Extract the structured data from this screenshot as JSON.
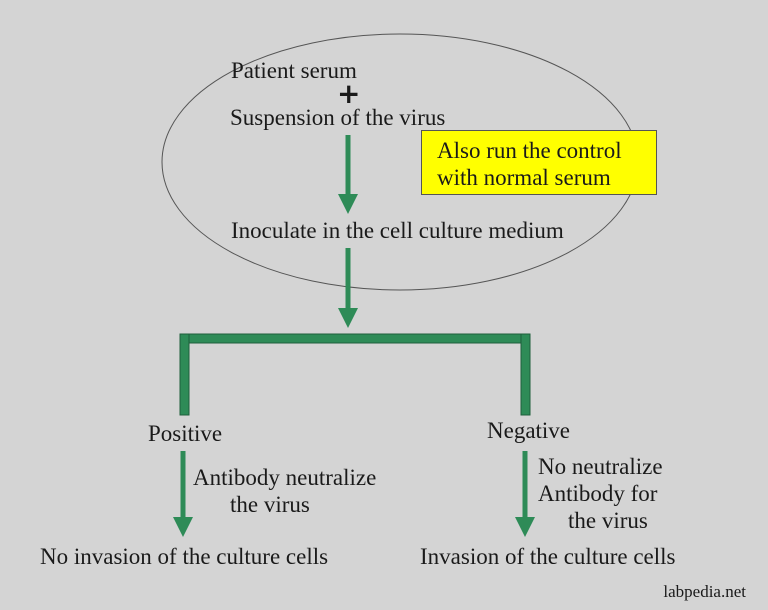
{
  "diagram": {
    "patient_serum": "Patient serum",
    "plus_sign": "+",
    "suspension": "Suspension of the virus",
    "control_note": [
      "Also run the control",
      "with normal serum"
    ],
    "inoculate": "Inoculate in the cell culture medium",
    "positive": {
      "label": "Positive",
      "explanation": [
        "Antibody neutralize",
        "the virus"
      ],
      "result": "No invasion of the culture cells"
    },
    "negative": {
      "label": "Negative",
      "explanation": [
        "No neutralize",
        "Antibody for",
        "the virus"
      ],
      "result": "Invasion of the culture cells"
    }
  },
  "footer": {
    "source": "labpedia.net"
  },
  "colors": {
    "background": "#d4d4d4",
    "arrow": "#2e8b57",
    "note_fill": "#ffff00",
    "ellipse_stroke": "#555555"
  }
}
